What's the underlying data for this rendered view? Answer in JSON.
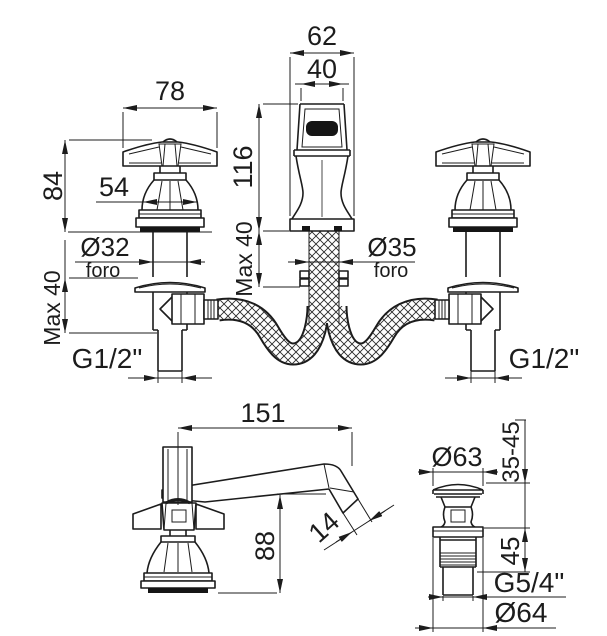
{
  "front": {
    "spout_base_width": "62",
    "spout_top_width": "40",
    "handle_width": "78",
    "handle_height": "84",
    "handle_body_diameter": "54",
    "spout_height": "116",
    "deck_max_center": "Max 40",
    "hole_left": "Ø32",
    "hole_left_note": "foro",
    "hole_right": "Ø35",
    "hole_right_note": "foro",
    "deck_max_left": "Max 40",
    "thread_left": "G1/2\"",
    "thread_right": "G1/2\""
  },
  "side": {
    "spout_reach": "151",
    "spout_height_above_deck": "88",
    "spout_tip_width": "14"
  },
  "drain": {
    "cap_diameter": "Ø63",
    "height_range": "35-45",
    "shank_length": "45",
    "thread": "G5/4\"",
    "flange_diameter": "Ø64"
  }
}
